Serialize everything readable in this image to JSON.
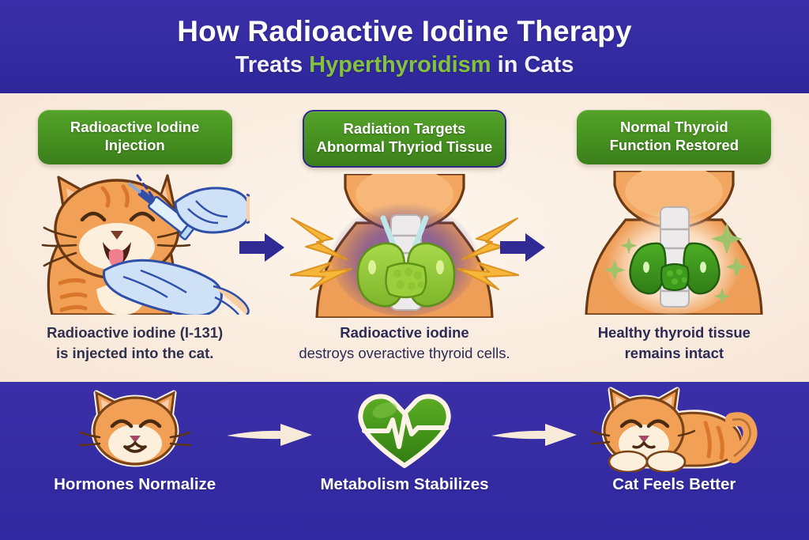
{
  "header": {
    "title_line1": "How Radioactive Iodine Therapy",
    "subtitle_prefix": "Treats ",
    "subtitle_highlight": "Hyperthyroidism",
    "subtitle_suffix": " in Cats",
    "band_color": "#342ba2",
    "highlight_color": "#84c23b"
  },
  "steps": [
    {
      "badge": "Radioactive Iodine Injection",
      "badge_line1": "Radioactive Iodine",
      "badge_line2": "Injection",
      "caption_line1": "Radioactive iodine (I-131)",
      "caption_line2": "is injected into the cat.",
      "illustration": "cat-injection-illustration"
    },
    {
      "badge": "Radiation Targets Abnormal Thyriod Tissue",
      "badge_line1": "Radiation Targets",
      "badge_line2": "Abnormal Thyriod Tissue",
      "caption_line1": "Radioactive iodine",
      "caption_line2": "destroys overactive thyroid cells.",
      "illustration": "thyroid-radiation-illustration"
    },
    {
      "badge": "Normal Thyroid Function Restored",
      "badge_line1": "Normal Thyroid",
      "badge_line2": "Function Restored",
      "caption_line1": "Healthy thyroid tissue",
      "caption_line2": "remains intact",
      "illustration": "healthy-thyroid-illustration"
    }
  ],
  "outcomes": [
    {
      "label": "Hormones Normalize",
      "icon": "happy-cat-face-icon"
    },
    {
      "label": "Metabolism Stabilizes",
      "icon": "heart-heartbeat-icon"
    },
    {
      "label": "Cat Feels Better",
      "icon": "resting-cat-icon"
    }
  ],
  "colors": {
    "badge_green": "#469120",
    "body_cream": "#fbeee2",
    "arrow_indigo": "#2f2a94",
    "footer_arrow": "#f7ead9",
    "thyroid_green": "#8cc63f",
    "healthy_thyroid_green": "#3f9a21",
    "cat_orange": "#f0993f",
    "glove_blue": "#cfe2f7",
    "lightning_yellow": "#f5b93c",
    "radiation_purple": "#6b4fa0"
  }
}
